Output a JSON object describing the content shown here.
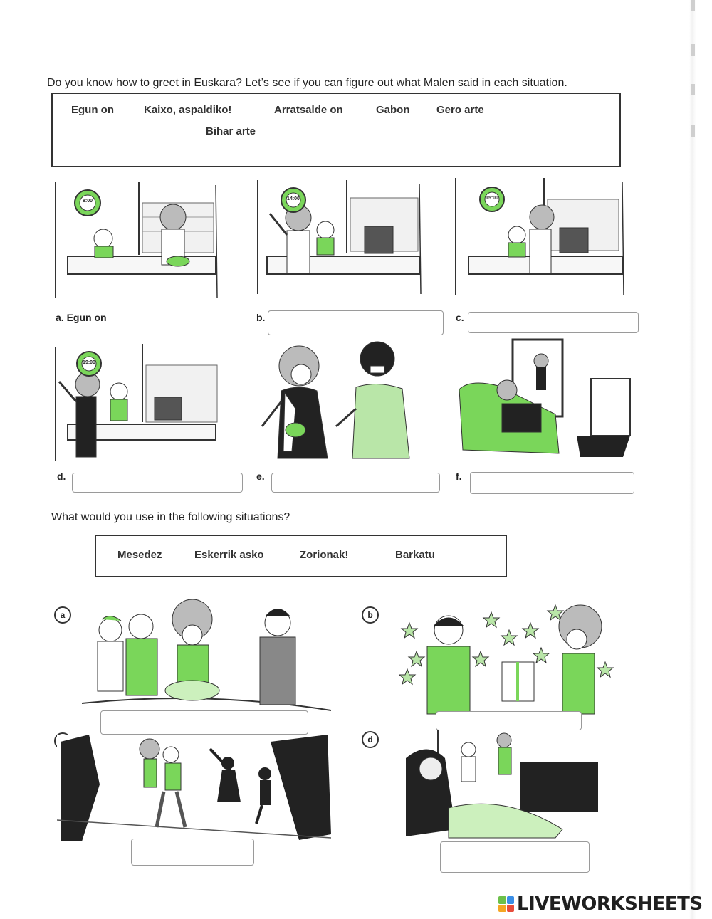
{
  "section1": {
    "instruction": "Do you know how to greet in Euskara? Let’s see if you can figure out what Malen said in each situation.",
    "word_bank": [
      "Egun on",
      "Kaixo, aspaldiko!",
      "Arratsalde on",
      "Gabon",
      "Gero arte",
      "Bihar arte"
    ],
    "clocks": [
      "8:00",
      "14:00",
      "15:00",
      "19:00"
    ],
    "items": [
      {
        "letter": "a.",
        "answer_text": "Egun on"
      },
      {
        "letter": "b.",
        "value": "",
        "placeholder": ""
      },
      {
        "letter": "c.",
        "value": "",
        "placeholder": ""
      },
      {
        "letter": "d.",
        "value": "",
        "placeholder": ""
      },
      {
        "letter": "e.",
        "value": "",
        "placeholder": ""
      },
      {
        "letter": "f.",
        "value": "",
        "placeholder": ""
      }
    ]
  },
  "section2": {
    "instruction": "What would you use in the following situations?",
    "word_bank": [
      "Mesedez",
      "Eskerrik asko",
      "Zorionak!",
      "Barkatu"
    ],
    "items": [
      {
        "letter": "a",
        "value": "",
        "placeholder": ""
      },
      {
        "letter": "b",
        "value": "",
        "placeholder": ""
      },
      {
        "letter": "c",
        "value": "",
        "placeholder": ""
      },
      {
        "letter": "d",
        "value": "",
        "placeholder": ""
      }
    ]
  },
  "brand": {
    "name": "LIVEWORKSHEETS",
    "colors": {
      "green": "#6cc04a",
      "blue": "#3a8ee6",
      "orange": "#f5a623",
      "red": "#e74c3c",
      "text": "#1f1f1f",
      "accent": "#7ad65a"
    }
  }
}
